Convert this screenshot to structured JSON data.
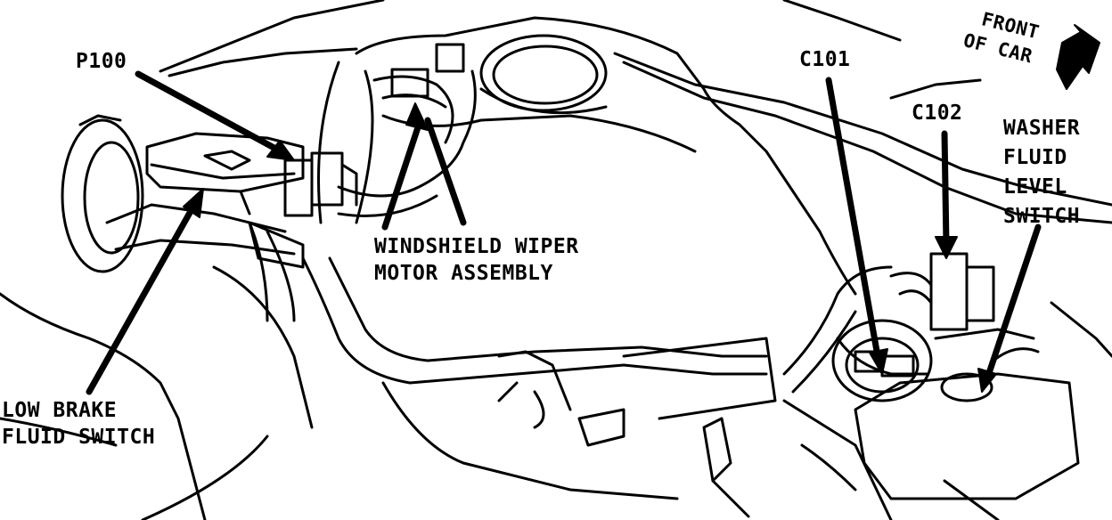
{
  "callouts": {
    "p100": "P100",
    "c101": "C101",
    "c102": "C102",
    "wiper_line1": "WINDSHIELD WIPER",
    "wiper_line2": "MOTOR ASSEMBLY",
    "brake_line1": "LOW BRAKE",
    "brake_line2": "FLUID SWITCH",
    "washer_line1": "WASHER",
    "washer_line2": "FLUID",
    "washer_line3": "LEVEL",
    "washer_line4": "SWITCH",
    "front_line1": "FRONT",
    "front_line2": "OF CAR"
  },
  "colors": {
    "ink": "#000000",
    "paper": "#ffffff"
  }
}
